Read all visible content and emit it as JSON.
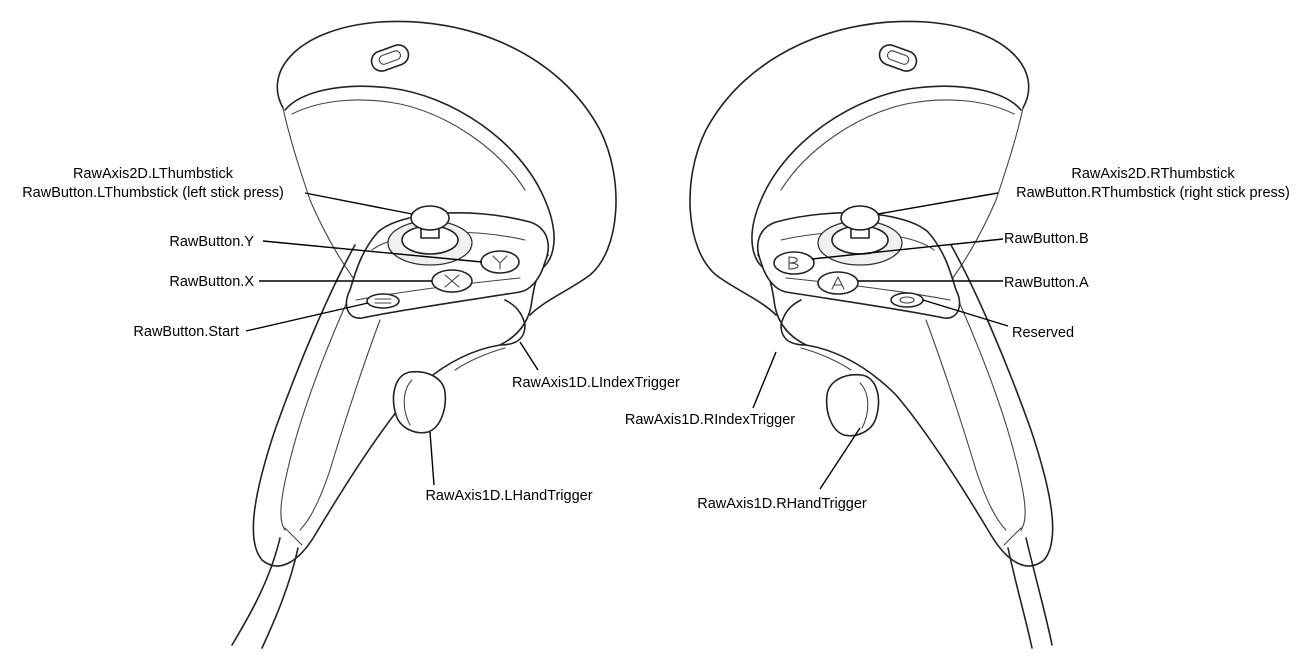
{
  "labels": {
    "l_thumb_axis": "RawAxis2D.LThumbstick",
    "l_thumb_button": "RawButton.LThumbstick (left stick press)",
    "button_y": "RawButton.Y",
    "button_x": "RawButton.X",
    "button_start": "RawButton.Start",
    "l_index_trigger": "RawAxis1D.LIndexTrigger",
    "l_hand_trigger": "RawAxis1D.LHandTrigger",
    "r_thumb_axis": "RawAxis2D.RThumbstick",
    "r_thumb_button": "RawButton.RThumbstick (right stick press)",
    "button_b": "RawButton.B",
    "button_a": "RawButton.A",
    "reserved": "Reserved",
    "r_index_trigger": "RawAxis1D.RIndexTrigger",
    "r_hand_trigger": "RawAxis1D.RHandTrigger"
  },
  "colors": {
    "outline": "#222222",
    "label": "#000000",
    "background": "#ffffff"
  }
}
